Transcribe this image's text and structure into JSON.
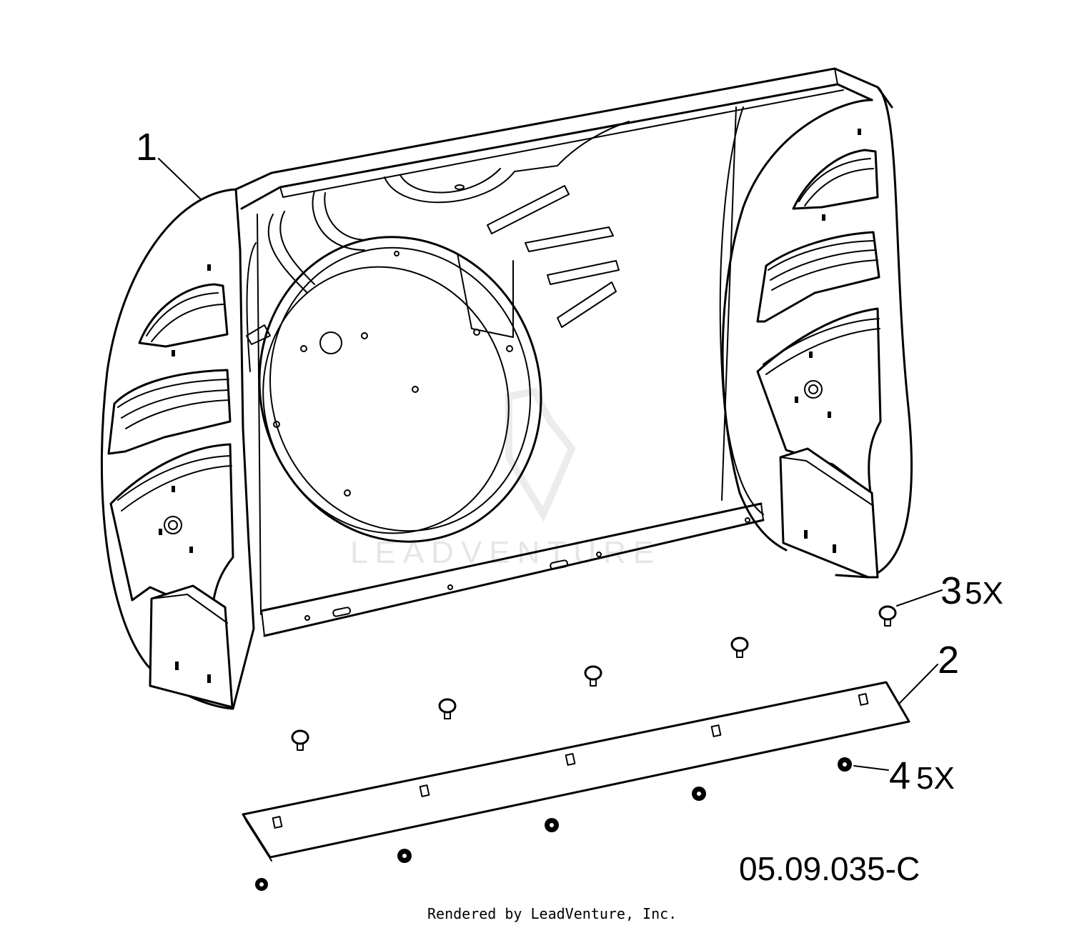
{
  "callouts": {
    "part_1": "1",
    "part_2": "2",
    "part_3": "3",
    "part_3_qty": "5X",
    "part_4": "4",
    "part_4_qty": "5X"
  },
  "figure_code": "05.09.035-C",
  "credit": "Rendered by LeadVenture, Inc.",
  "watermark": "LEADVENTURE"
}
